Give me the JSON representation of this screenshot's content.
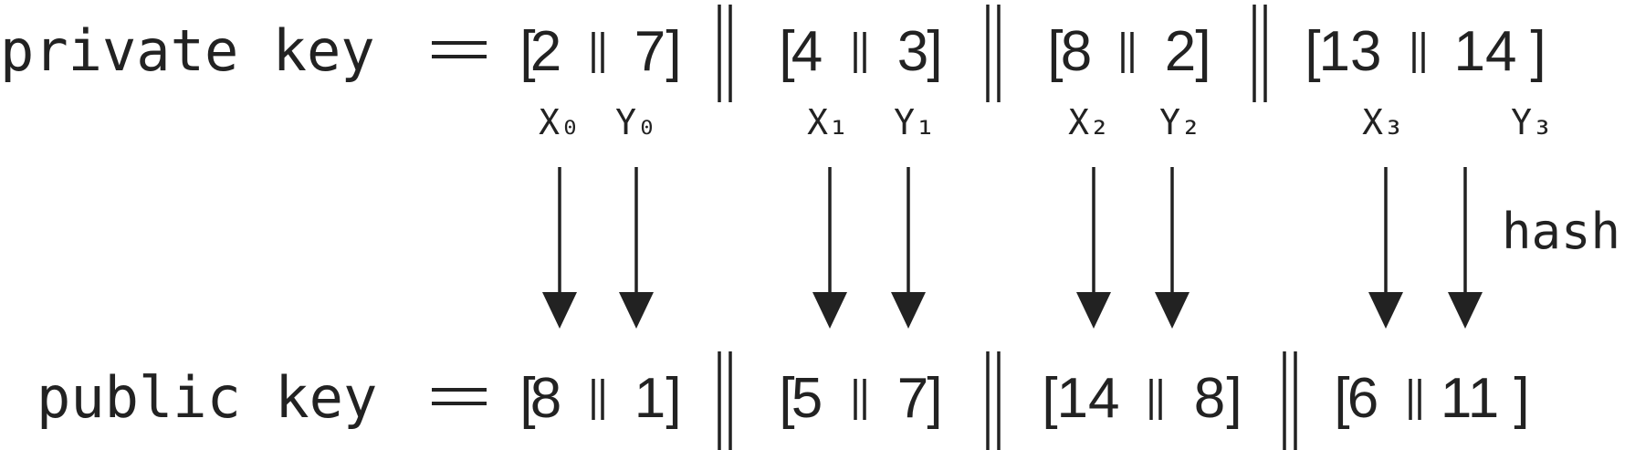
{
  "colors": {
    "ink": "#222222",
    "background": "#ffffff"
  },
  "private_key": {
    "label": "private key",
    "equals": "=",
    "pairs": [
      {
        "x": "2",
        "y": "7"
      },
      {
        "x": "4",
        "y": "3"
      },
      {
        "x": "8",
        "y": "2"
      },
      {
        "x": "13",
        "y": "14"
      }
    ]
  },
  "indices": [
    {
      "x": "X₀",
      "y": "Y₀"
    },
    {
      "x": "X₁",
      "y": "Y₁"
    },
    {
      "x": "X₂",
      "y": "Y₂"
    },
    {
      "x": "X₃",
      "y": "Y₃"
    }
  ],
  "arrow_label": "hash",
  "public_key": {
    "label": "public key",
    "equals": "=",
    "pairs": [
      {
        "x": "8",
        "y": "1"
      },
      {
        "x": "5",
        "y": "7"
      },
      {
        "x": "14",
        "y": "8"
      },
      {
        "x": "6",
        "y": "11"
      }
    ]
  },
  "symbols": {
    "open_bracket": "[",
    "close_bracket": "]",
    "concat": "||"
  }
}
